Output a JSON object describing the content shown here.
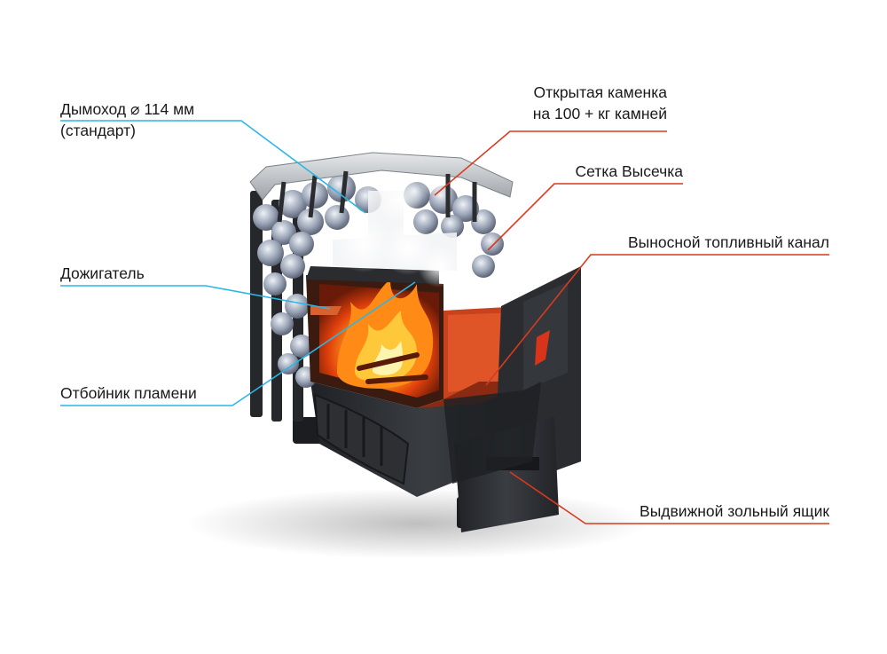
{
  "labels": {
    "chimney_line1": "Дымоход  ⌀ 114 мм",
    "chimney_line2": "(стандарт)",
    "afterburner": "Дожигатель",
    "flame_deflector": "Отбойник пламени",
    "open_heater_line1": "Открытая каменка",
    "open_heater_line2": "на 100 + кг камней",
    "mesh": "Сетка Высечка",
    "fuel_channel": "Выносной топливный канал",
    "ash_drawer": "Выдвижной зольный ящик"
  },
  "colors": {
    "left_callout": "#2ab6e6",
    "right_callout": "#d83a1e",
    "stove_body": "#2b2d31",
    "frame_steel": "#bfc3c7",
    "fire": "#ff7a10",
    "stones": "#a9b3c4"
  }
}
